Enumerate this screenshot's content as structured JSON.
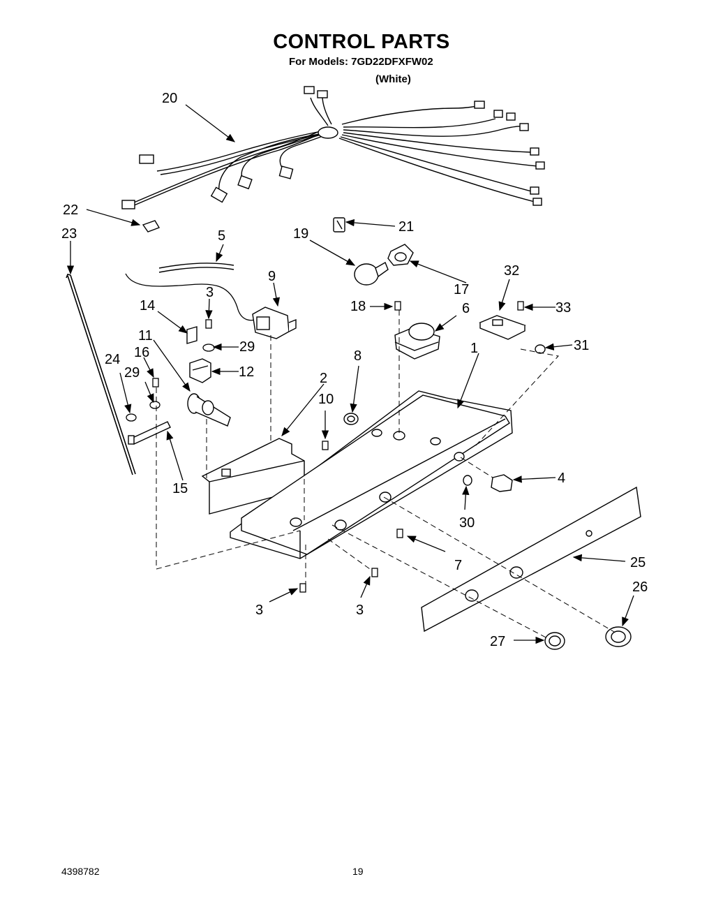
{
  "header": {
    "title": "CONTROL PARTS",
    "models": "For Models: 7GD22DFXFW02",
    "variant": "(White)"
  },
  "footer": {
    "doc_number": "4398782",
    "page_number": "19"
  },
  "callouts": {
    "c20": "20",
    "c22": "22",
    "c23": "23",
    "c5": "5",
    "c21": "21",
    "c19": "19",
    "c9": "9",
    "c17": "17",
    "c32": "32",
    "c3a": "3",
    "c14": "14",
    "c18": "18",
    "c6": "6",
    "c33": "33",
    "c29a": "29",
    "c11": "11",
    "c31": "31",
    "c24": "24",
    "c16": "16",
    "c12": "12",
    "c1": "1",
    "c29b": "29",
    "c8": "8",
    "c2": "2",
    "c10": "10",
    "c4": "4",
    "c15": "15",
    "c30": "30",
    "c7": "7",
    "c25": "25",
    "c26": "26",
    "c3b": "3",
    "c3c": "3",
    "c27": "27"
  }
}
